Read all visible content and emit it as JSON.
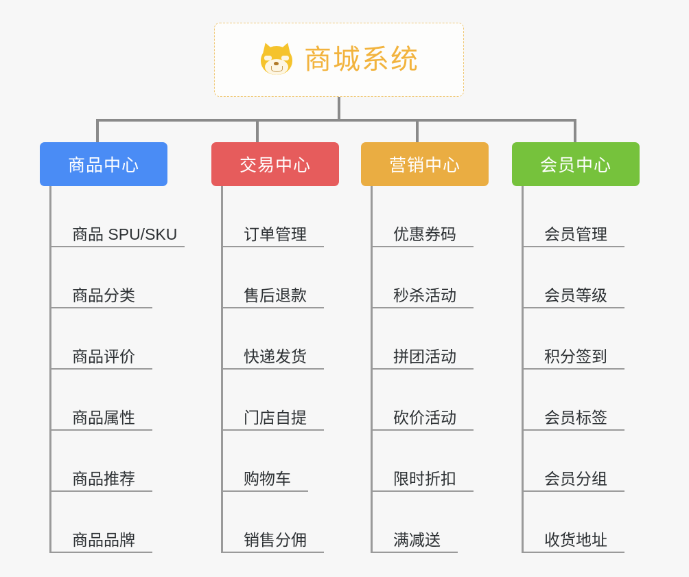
{
  "diagram": {
    "type": "organization-tree",
    "root": {
      "title": "商城系统",
      "icon": "shiba-dog-emoji",
      "border_color": "#f0c978",
      "text_color": "#f2b33d"
    },
    "columns": [
      {
        "header": "商品中心",
        "color": "#4a8cf5",
        "items": [
          "商品 SPU/SKU",
          "商品分类",
          "商品评价",
          "商品属性",
          "商品推荐",
          "商品品牌"
        ]
      },
      {
        "header": "交易中心",
        "color": "#e65c5c",
        "items": [
          "订单管理",
          "售后退款",
          "快递发货",
          "门店自提",
          "购物车",
          "销售分佣"
        ]
      },
      {
        "header": "营销中心",
        "color": "#eaad42",
        "items": [
          "优惠券码",
          "秒杀活动",
          "拼团活动",
          "砍价活动",
          "限时折扣",
          "满减送"
        ]
      },
      {
        "header": "会员中心",
        "color": "#76c23c",
        "items": [
          "会员管理",
          "会员等级",
          "积分签到",
          "会员标签",
          "会员分组",
          "收货地址"
        ]
      }
    ],
    "connector_color": "#8a8a8a",
    "background_color": "#f7f7f7"
  }
}
